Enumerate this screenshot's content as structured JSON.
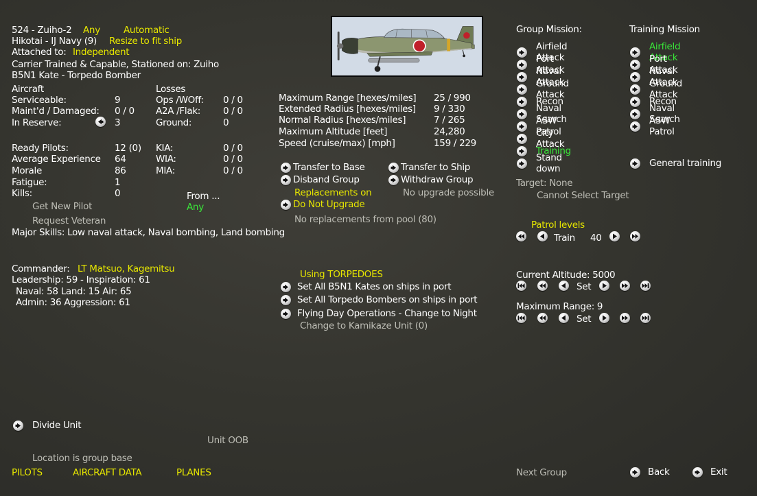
{
  "unit": {
    "name": "524 - Zuiho-2",
    "any_label": "Any",
    "automatic_label": "Automatic",
    "hikotai": "Hikotai - IJ Navy (9)",
    "resize_label": "Resize to fit ship",
    "attached_prefix": "Attached to:",
    "attached_value": "Independent",
    "carrier_line": "Carrier Trained & Capable, Stationed on: Zuiho",
    "aircraft_type": "B5N1 Kate - Torpedo Bomber"
  },
  "aircraft": {
    "header": "Aircraft",
    "serviceable_label": "Serviceable:",
    "serviceable": "9",
    "maint_label": "Maint'd / Damaged:",
    "maint": "0 / 0",
    "reserve_label": "In Reserve:",
    "reserve": "3"
  },
  "losses": {
    "header": "Losses",
    "ops_label": "Ops /WOff:",
    "ops": "0 / 0",
    "a2a_label": "A2A /Flak:",
    "a2a": "0 / 0",
    "ground_label": "Ground:",
    "ground": "0",
    "kia_label": "KIA:",
    "kia": "0 / 0",
    "wia_label": "WIA:",
    "wia": "0 / 0",
    "mia_label": "MIA:",
    "mia": "0 / 0"
  },
  "pilots": {
    "ready_label": "Ready Pilots:",
    "ready": "12 (0)",
    "exp_label": "Average Experience",
    "exp": "64",
    "morale_label": "Morale",
    "morale": "86",
    "fatigue_label": "Fatigue:",
    "fatigue": "1",
    "kills_label": "Kills:",
    "kills": "0",
    "from_label": "From ...",
    "from_value": "Any",
    "get_new": "Get New Pilot",
    "request_veteran": "Request Veteran",
    "major_skills": "Major Skills: Low naval attack, Naval bombing, Land bombing"
  },
  "performance": {
    "max_range_label": "Maximum Range [hexes/miles]",
    "max_range": "25 / 990",
    "ext_radius_label": "Extended Radius [hexes/miles]",
    "ext_radius": "9 / 330",
    "norm_radius_label": "Normal Radius [hexes/miles]",
    "norm_radius": "7 / 265",
    "max_alt_label": "Maximum Altitude [feet]",
    "max_alt": "24,280",
    "speed_label": "Speed (cruise/max) [mph]",
    "speed": "159 / 229"
  },
  "transfer": {
    "to_base": "Transfer to Base",
    "to_ship": "Transfer to Ship",
    "disband": "Disband Group",
    "withdraw": "Withdraw Group",
    "replacements": "Replacements on",
    "no_upgrade_possible": "No upgrade possible",
    "do_not_upgrade": "Do Not Upgrade",
    "no_replacements": "No replacements from pool (80)"
  },
  "commander": {
    "prefix": "Commander:",
    "name": "LT Matsuo, Kagemitsu",
    "leadership": "Leadership: 59 - Inspiration: 61",
    "naval": "Naval: 58  Land: 15  Air: 65",
    "admin": "Admin: 36  Aggression: 61"
  },
  "torpedo": {
    "using": "Using TORPEDOES",
    "set_kates": "Set All B5N1 Kates on ships in port",
    "set_torpedo": "Set All Torpedo Bombers on ships in port",
    "flying": "Flying Day Operations - Change to Night",
    "kamikaze": "Change to Kamikaze Unit (0)"
  },
  "group_mission": {
    "header": "Group Mission:",
    "items": [
      "Airfield Attack",
      "Port Attack",
      "Naval Attack",
      "Ground Attack",
      "Recon",
      "Naval Search",
      "ASW Patrol",
      "City Attack",
      "Training",
      "Stand down"
    ]
  },
  "training_mission": {
    "header": "Training Mission",
    "items": [
      "Airfield Attack",
      "Port Attack",
      "Naval Attack",
      "Ground Attack",
      "Recon",
      "Naval Search",
      "ASW Patrol"
    ],
    "general": "General training"
  },
  "target": {
    "label": "Target: None",
    "cannot": "Cannot Select Target"
  },
  "patrol": {
    "header": "Patrol levels",
    "train_label": "Train",
    "train_value": "40"
  },
  "altitude": {
    "label": "Current Altitude: 5000",
    "set": "Set"
  },
  "max_range": {
    "label": "Maximum Range: 9",
    "set": "Set"
  },
  "bottom": {
    "divide": "Divide Unit",
    "unit_oob": "Unit OOB",
    "location": "Location is group base",
    "pilots": "PILOTS",
    "aircraft_data": "AIRCRAFT DATA",
    "planes": "PLANES",
    "next_group": "Next Group",
    "back": "Back",
    "exit": "Exit"
  },
  "colors": {
    "highlight_yellow": "#e6e600",
    "active_green": "#39e639",
    "disabled_gray": "#bdbdb5",
    "background": "#35352f"
  },
  "icons": {
    "arrow_right": "arrow-right-icon",
    "arrow_left": "arrow-left-icon",
    "double_left": "double-left-icon",
    "double_right": "double-right-icon",
    "triple_left": "triple-left-icon",
    "triple_right": "triple-right-icon"
  }
}
